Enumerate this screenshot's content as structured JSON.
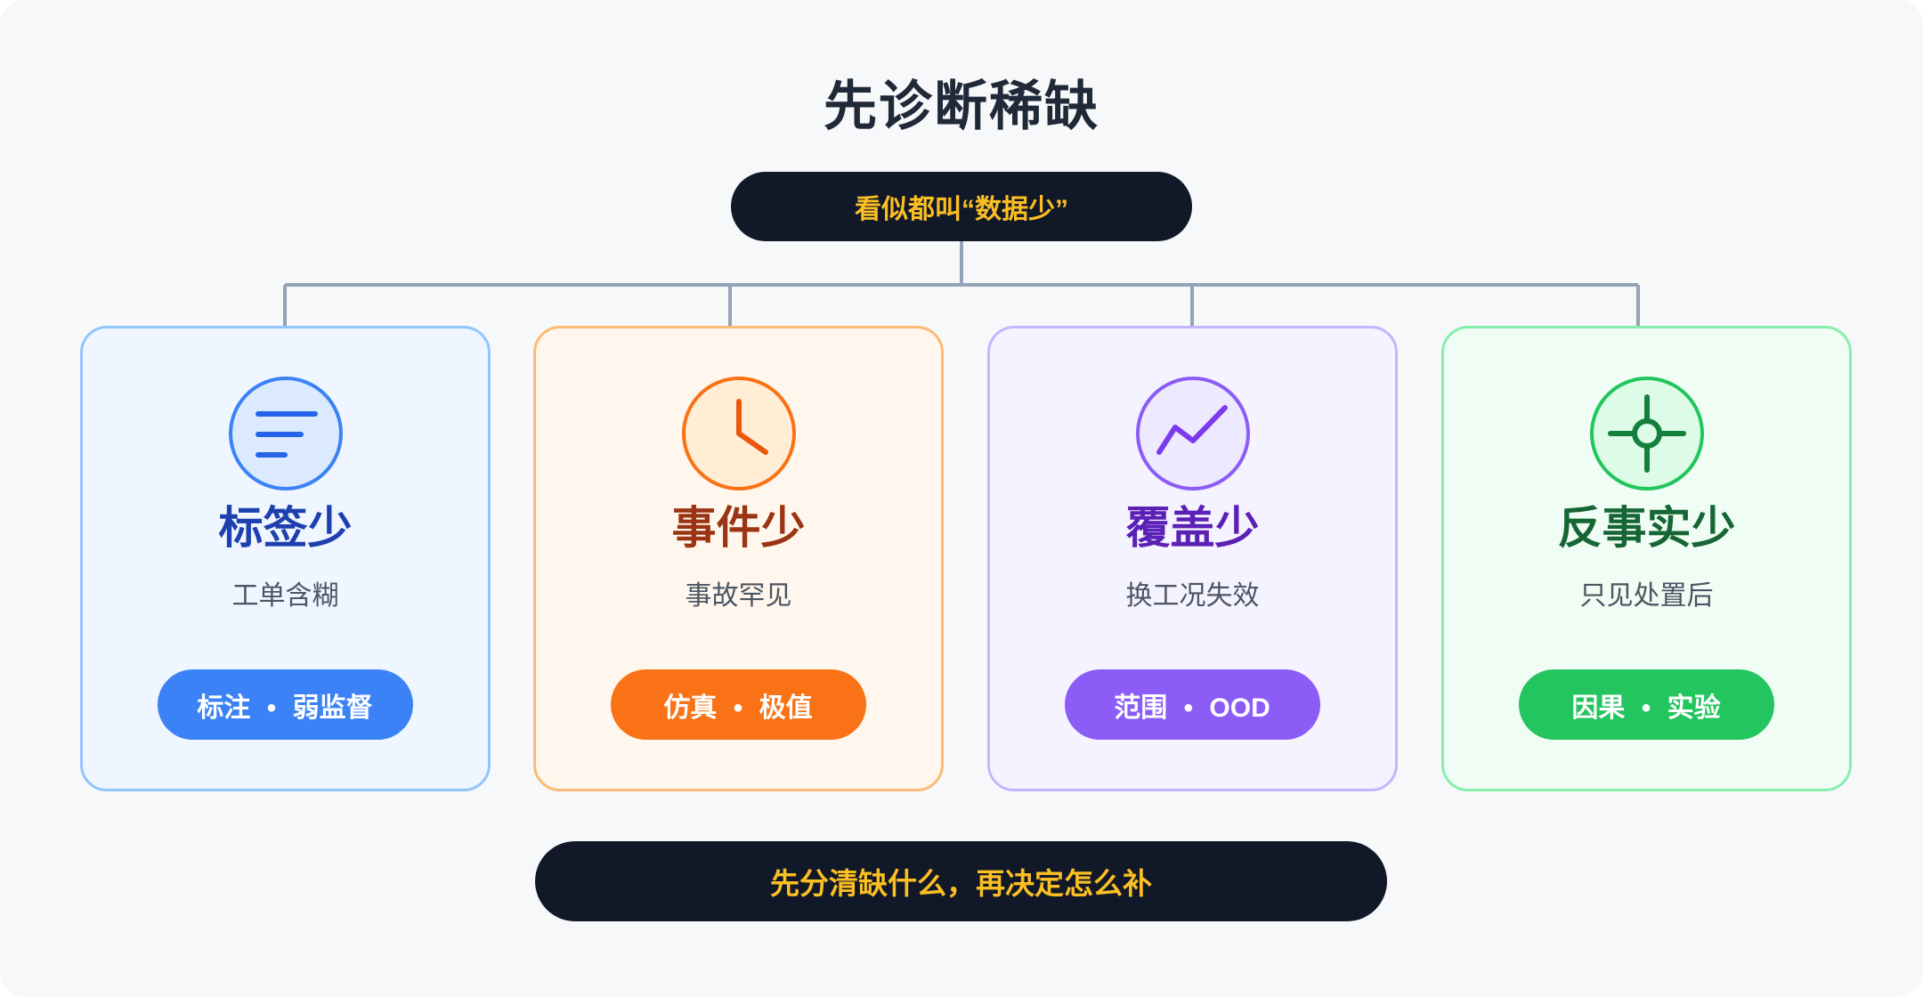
{
  "title": "先诊断稀缺",
  "top_banner": "看似都叫“数据少”",
  "cards": [
    {
      "title": "标签少",
      "subtitle": "工单含糊",
      "action": "标注 • 弱监督",
      "icon": "align-left-icon",
      "colors": {
        "bg": "#eff6ff",
        "border": "#93c5fd",
        "circle_fill": "#dbeafe",
        "circle_stroke": "#3b82f6",
        "icon": "#2563eb",
        "title": "#1e40af",
        "pill": "#3b82f6"
      }
    },
    {
      "title": "事件少",
      "subtitle": "事故罕见",
      "action": "仿真 • 极值",
      "icon": "clock-icon",
      "colors": {
        "bg": "#fff7ed",
        "border": "#fdba74",
        "circle_fill": "#ffedd5",
        "circle_stroke": "#f97316",
        "icon": "#ea580c",
        "title": "#9a3412",
        "pill": "#f97316"
      }
    },
    {
      "title": "覆盖少",
      "subtitle": "换工况失效",
      "action": "范围 • OOD",
      "icon": "trend-line-icon",
      "colors": {
        "bg": "#f5f3ff",
        "border": "#c4b5fd",
        "circle_fill": "#ede9fe",
        "circle_stroke": "#8b5cf6",
        "icon": "#7c3aed",
        "title": "#5b21b6",
        "pill": "#8b5cf6"
      }
    },
    {
      "title": "反事实少",
      "subtitle": "只见处置后",
      "action": "因果 • 实验",
      "icon": "crosshair-icon",
      "colors": {
        "bg": "#f0fdf4",
        "border": "#86efac",
        "circle_fill": "#dcfce7",
        "circle_stroke": "#22c55e",
        "icon": "#15803d",
        "title": "#166534",
        "pill": "#22c55e"
      }
    }
  ],
  "bottom_banner": "先分清缺什么，再决定怎么补",
  "colors": {
    "background": "#f7f8fa",
    "banner_bg": "#111827",
    "banner_text": "#fbbf24",
    "connector": "#94a3b8",
    "title": "#1f2937"
  }
}
